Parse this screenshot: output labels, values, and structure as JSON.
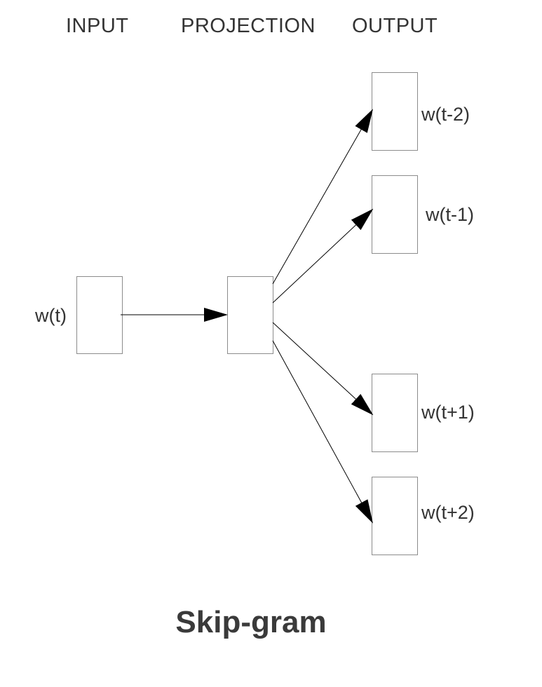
{
  "headers": {
    "input": "INPUT",
    "projection": "PROJECTION",
    "output": "OUTPUT"
  },
  "nodes": {
    "input_label": "w(t)",
    "outputs": [
      {
        "label": "w(t-2)"
      },
      {
        "label": "w(t-1)"
      },
      {
        "label": "w(t+1)"
      },
      {
        "label": "w(t+2)"
      }
    ]
  },
  "caption": "Skip-gram",
  "colors": {
    "box_stroke": "#8c8c8c",
    "arrow": "#000000",
    "text": "#333333"
  }
}
